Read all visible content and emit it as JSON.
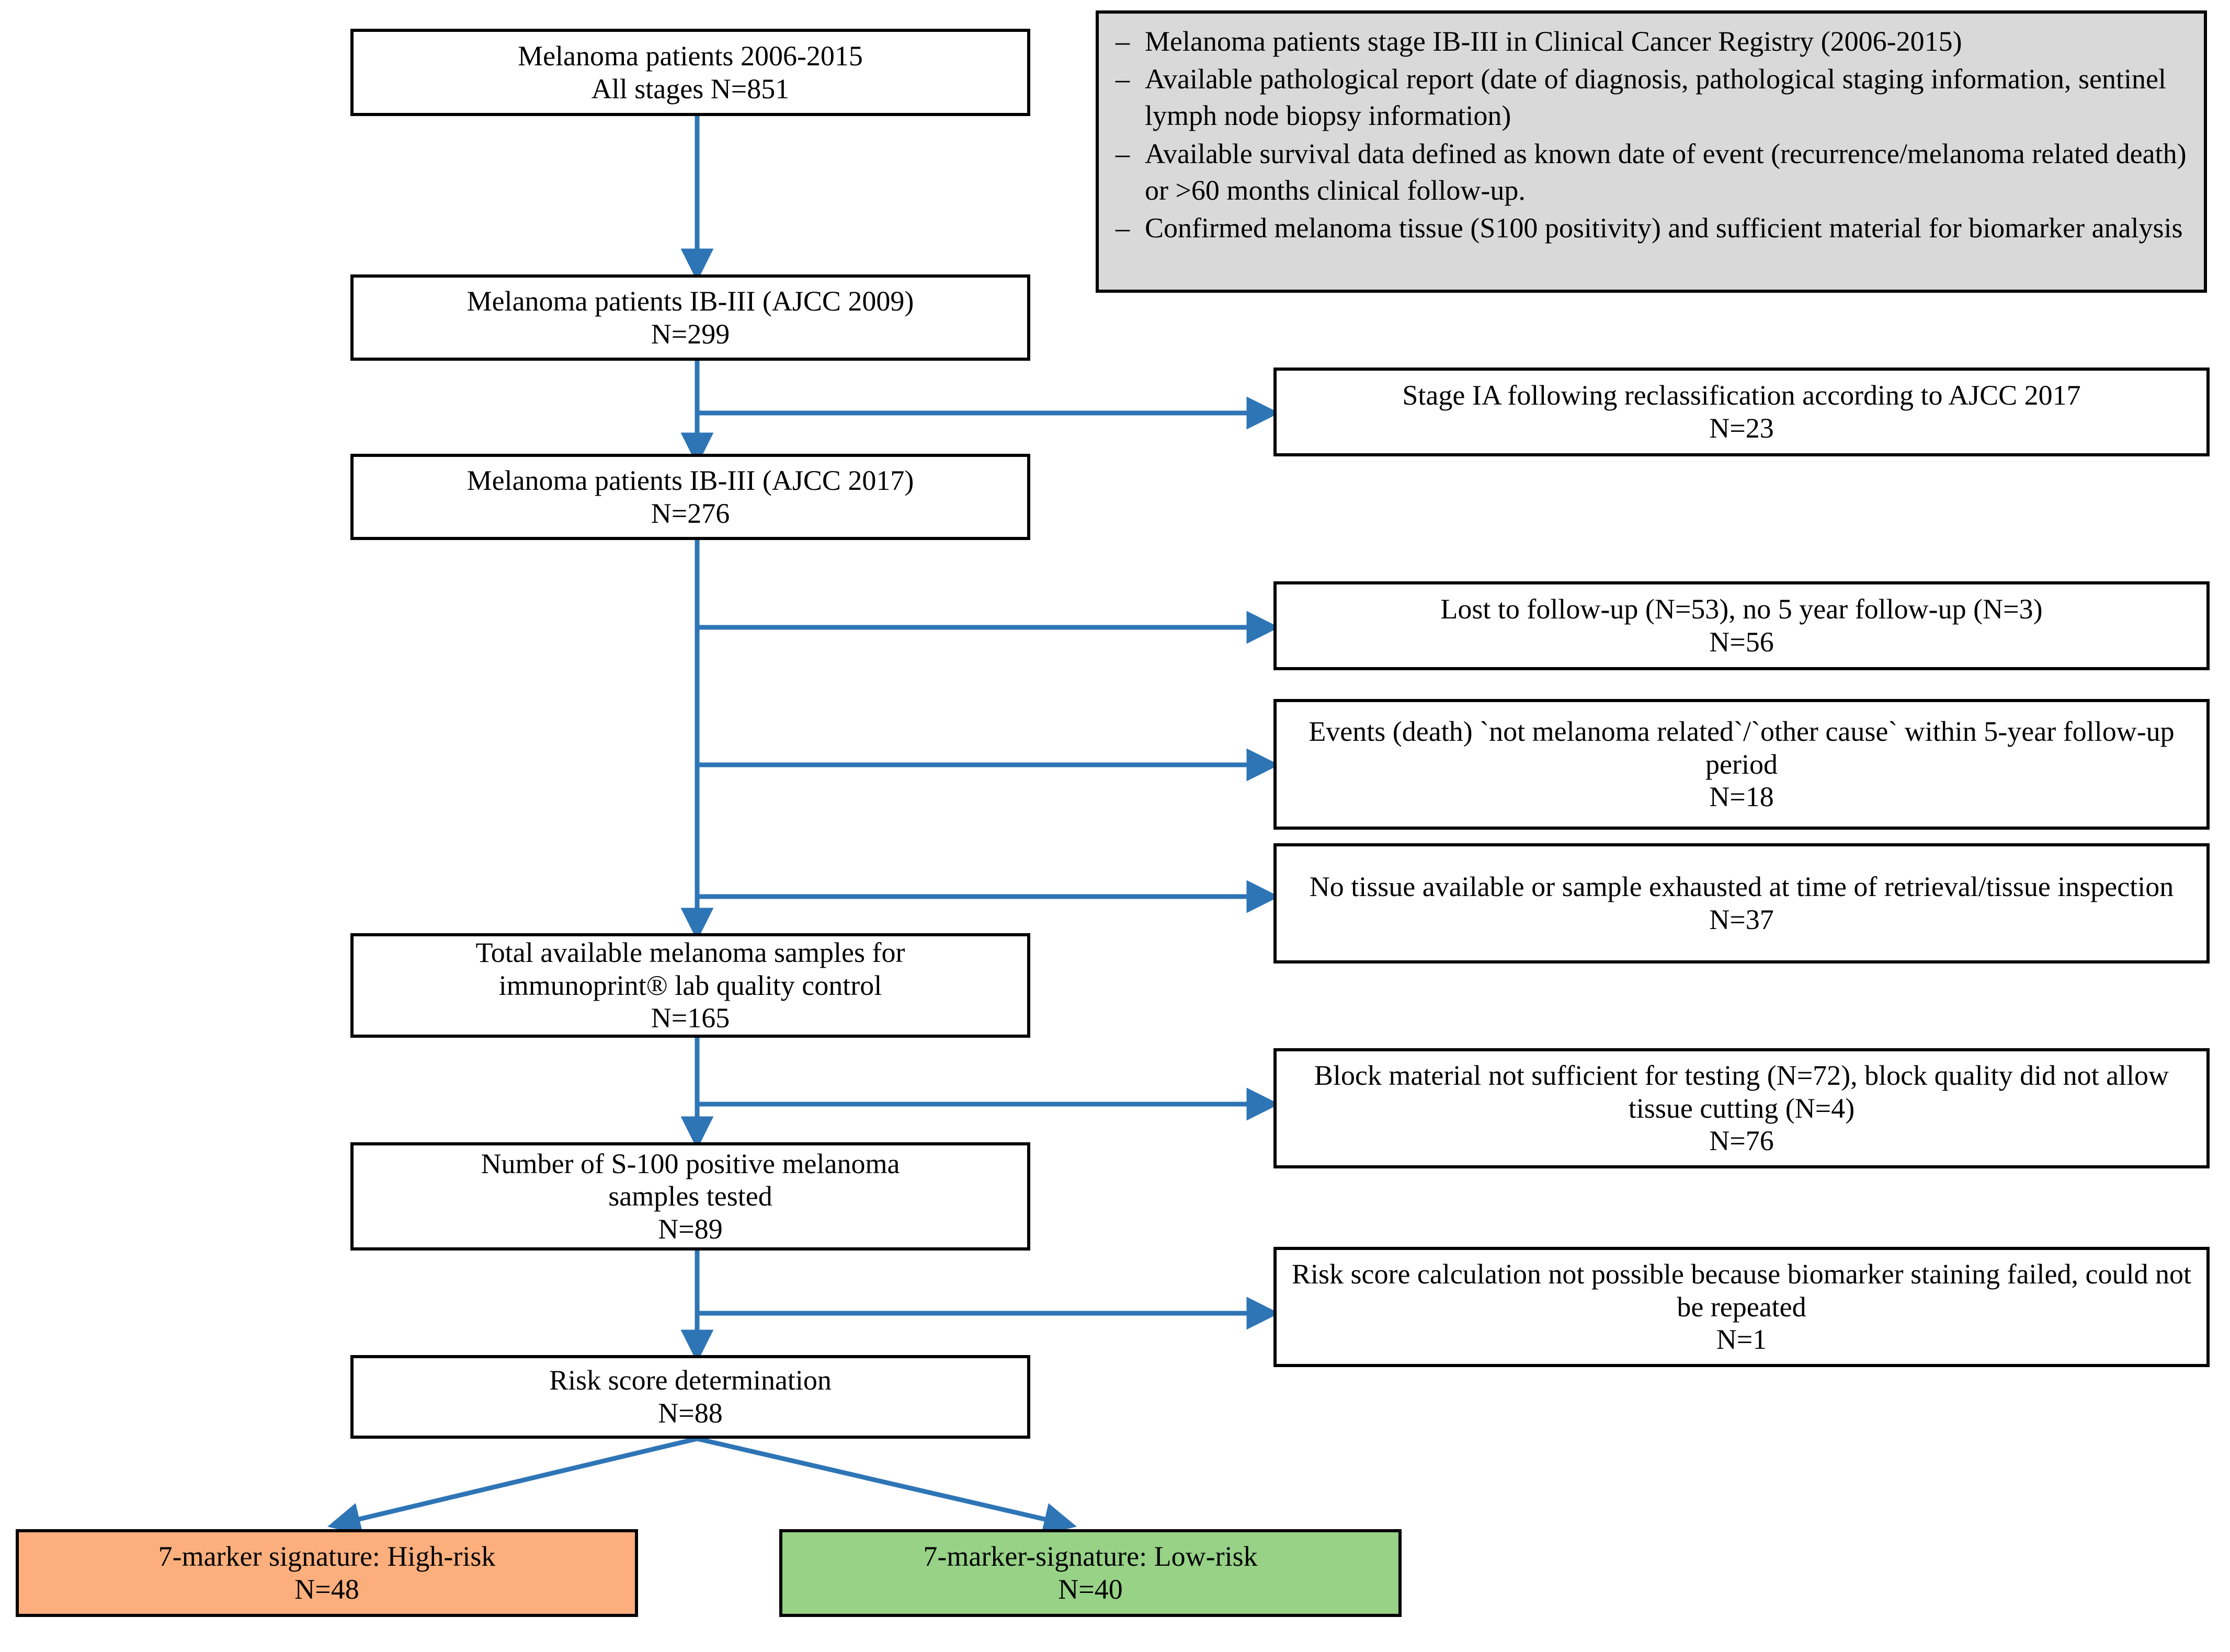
{
  "figure": {
    "type": "flow-diagram",
    "title": "Melanoma patient selection flowchart",
    "colors": {
      "arrow": "#2E75B6",
      "box_border": "#000000",
      "box_fill": "#FFFFFF",
      "legend_fill": "#D9D9D9",
      "high_risk_fill": "#FCAF7D",
      "low_risk_fill": "#97D287"
    }
  },
  "inclusion_criteria": {
    "bullet": "–",
    "items": [
      "Melanoma patients stage IB-III in Clinical Cancer Registry (2006-2015)",
      "Available pathological report (date of diagnosis, pathological staging information, sentinel lymph node biopsy information)",
      "Available survival data defined as known date of event (recurrence/melanoma related death) or >60 months clinical follow-up.",
      "Confirmed melanoma tissue (S100 positivity) and sufficient material for biomarker analysis"
    ]
  },
  "main_nodes": [
    {
      "id": "node-all-patients",
      "lines": [
        "Melanoma patients 2006-2015",
        "All stages N=851"
      ],
      "n": 851
    },
    {
      "id": "node-ajcc2009",
      "lines": [
        "Melanoma patients IB-III (AJCC 2009)",
        "N=299"
      ],
      "n": 299
    },
    {
      "id": "node-ajcc2017",
      "lines": [
        "Melanoma patients IB-III (AJCC 2017)",
        "N=276"
      ],
      "n": 276
    },
    {
      "id": "node-available-samples",
      "lines": [
        "Total available melanoma samples for",
        "immunoprint® lab quality control",
        "N=165"
      ],
      "n": 165
    },
    {
      "id": "node-s100-tested",
      "lines": [
        "Number of S-100 positive melanoma",
        "samples tested",
        "N=89"
      ],
      "n": 89
    },
    {
      "id": "node-risk-score",
      "lines": [
        "Risk score determination",
        "N=88"
      ],
      "n": 88
    }
  ],
  "exclusion_nodes": [
    {
      "id": "excl-stage-ia",
      "lines": [
        "Stage IA following reclassification according to AJCC 2017",
        "N=23"
      ],
      "n": 23
    },
    {
      "id": "excl-lost-followup",
      "lines": [
        "Lost to follow-up (N=53), no 5 year follow-up (N=3)",
        "N=56"
      ],
      "n": 56
    },
    {
      "id": "excl-other-death",
      "lines": [
        "Events (death) `not melanoma related`/`other cause` within 5-year follow-up period",
        "N=18"
      ],
      "n": 18
    },
    {
      "id": "excl-no-tissue",
      "lines": [
        "No tissue available or sample exhausted at time of retrieval/tissue inspection",
        "N=37"
      ],
      "n": 37
    },
    {
      "id": "excl-block-material",
      "lines": [
        "Block material not sufficient for testing (N=72), block quality did not allow tissue cutting (N=4)",
        "N=76"
      ],
      "n": 76
    },
    {
      "id": "excl-staining-failed",
      "lines": [
        "Risk score calculation not possible because biomarker staining failed, could not be repeated",
        "N=1"
      ],
      "n": 1
    }
  ],
  "outcome_nodes": [
    {
      "id": "outcome-high-risk",
      "lines": [
        "7-marker signature: High-risk",
        "N=48"
      ],
      "n": 48,
      "fill": "#FCAF7D"
    },
    {
      "id": "outcome-low-risk",
      "lines": [
        "7-marker-signature: Low-risk",
        "N=40"
      ],
      "n": 40,
      "fill": "#97D287"
    }
  ]
}
